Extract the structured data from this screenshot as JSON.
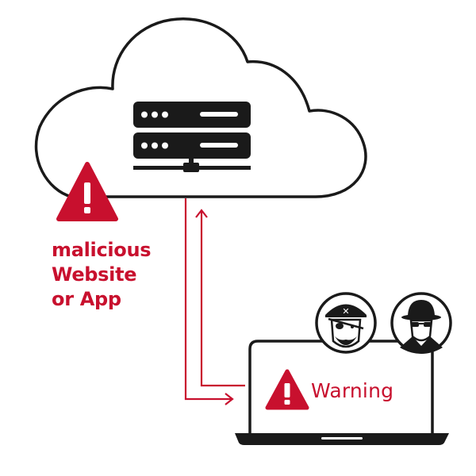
{
  "colors": {
    "accent": "#c8102e",
    "line": "#1a1a1a",
    "background": "#ffffff"
  },
  "icons": [
    "cloud-icon",
    "server-icon",
    "warning-icon",
    "laptop-icon",
    "pirate-icon",
    "spy-icon"
  ],
  "cloud": {
    "warning_label": "malicious",
    "warning_lines": [
      "malicious",
      "Website",
      "or App"
    ]
  },
  "laptop": {
    "warning_text": "Warning"
  }
}
